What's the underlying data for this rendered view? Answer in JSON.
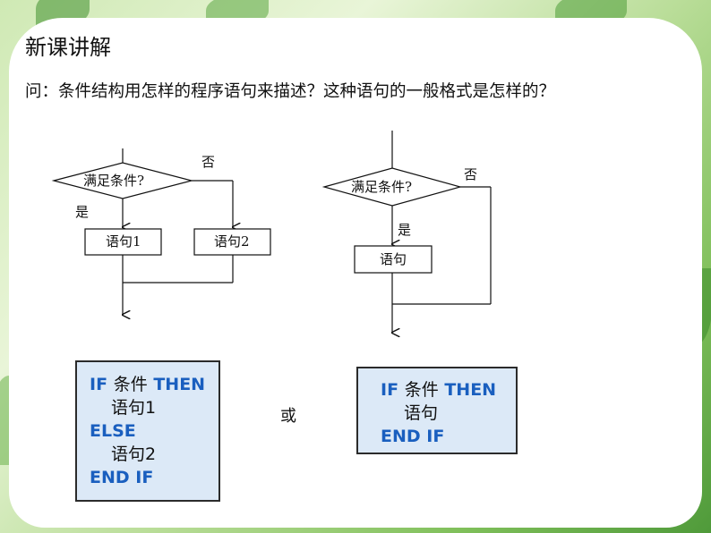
{
  "header": {
    "title": "新课讲解",
    "question": "问：条件结构用怎样的程序语句来描述？这种语句的一般格式是怎样的？"
  },
  "flowchart_left": {
    "condition": "满足条件?",
    "yes_label": "是",
    "no_label": "否",
    "stmt1": "语句1",
    "stmt2": "语句2"
  },
  "flowchart_right": {
    "condition": "满足条件?",
    "yes_label": "是",
    "no_label": "否",
    "stmt": "语句"
  },
  "code_left": {
    "if_kw": "IF",
    "cond": "条件",
    "then_kw": "THEN",
    "stmt1": "语句1",
    "else_kw": "ELSE",
    "stmt2": "语句2",
    "end_kw": "END IF"
  },
  "code_right": {
    "if_kw": "IF",
    "cond": "条件",
    "then_kw": "THEN",
    "stmt": "语句",
    "end_kw": "END IF"
  },
  "or_label": "或",
  "colors": {
    "code_text": "#1a5fbf",
    "code_bg": "#dce9f7",
    "background": "#7fbf5a"
  }
}
